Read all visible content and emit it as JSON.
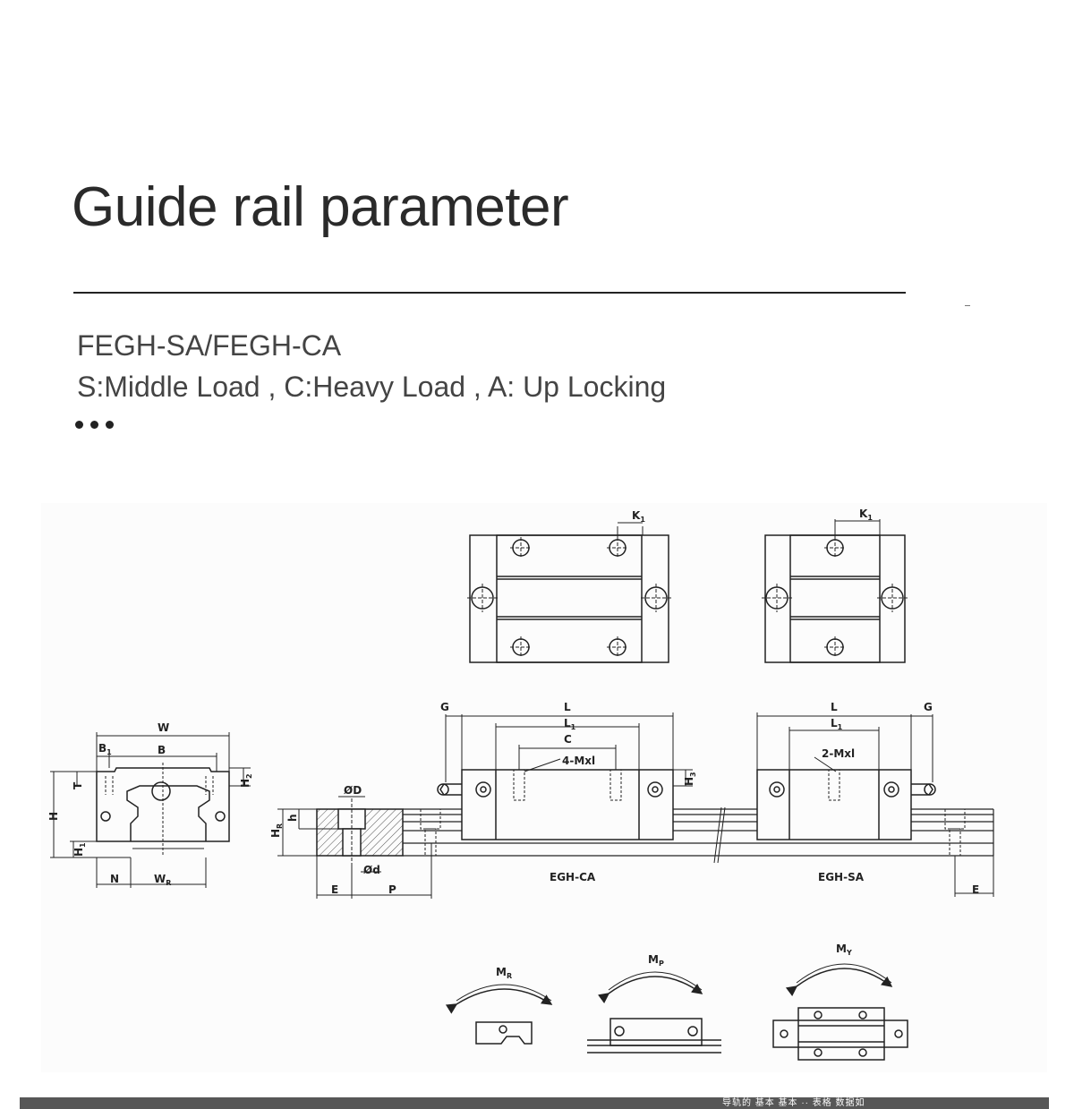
{
  "title": "Guide rail parameter",
  "subtitle": {
    "model": "FEGH-SA/FEGH-CA",
    "description": "S:Middle Load  , C:Heavy Load , A: Up Locking"
  },
  "drawing": {
    "section_labels": {
      "W": "W",
      "B1": "B",
      "B1_sub": "1",
      "B": "B",
      "T": "T",
      "H": "H",
      "H1": "H",
      "H1_sub": "1",
      "H2": "H",
      "H2_sub": "2",
      "N": "N",
      "WR": "W",
      "WR_sub": "R"
    },
    "rail_labels": {
      "phiD": "ØD",
      "phid": "Ød",
      "h": "h",
      "HR": "H",
      "HR_sub": "R",
      "E": "E",
      "P": "P"
    },
    "top_view_labels": {
      "K1": "K",
      "K1_sub": "1"
    },
    "side_labels": {
      "G": "G",
      "L": "L",
      "L1": "L",
      "L1_sub": "1",
      "C": "C",
      "holes_ca": "4-Mxl",
      "holes_sa": "2-Mxl",
      "H3": "H",
      "H3_sub": "3",
      "E": "E"
    },
    "block_names": {
      "ca": "EGH-CA",
      "sa": "EGH-SA"
    },
    "moments": {
      "roll": "M",
      "roll_sub": "R",
      "pitch": "M",
      "pitch_sub": "P",
      "yaw": "M",
      "yaw_sub": "Y"
    }
  },
  "footer": {
    "text": "导轨的  基本  基本  ·· 表格 数据如"
  },
  "colors": {
    "line": "#222222",
    "hatch": "#555555",
    "panel": "#fcfcfc",
    "footer": "#575757"
  }
}
